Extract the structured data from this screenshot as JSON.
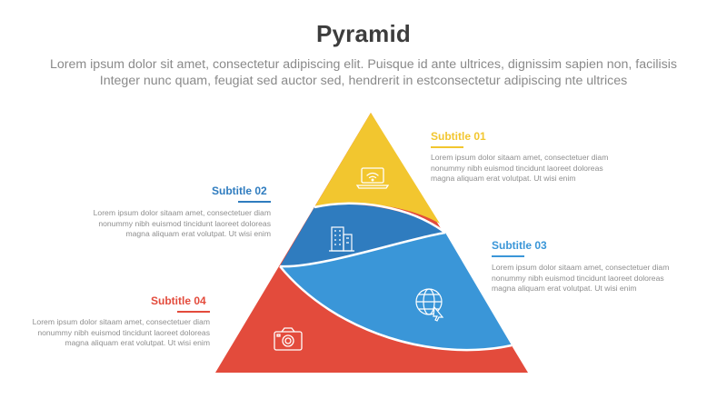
{
  "header": {
    "title": "Pyramid",
    "intro_lines": [
      "Lorem ipsum dolor sit amet, consectetur adipiscing elit. Puisque id ante ultrices, dignissim sapien non, facilisis",
      "Integer nunc quam, feugiat sed auctor sed, hendrerit in estconsectetur adipiscing nte ultrices"
    ]
  },
  "items": [
    {
      "subtitle": "Subtitle 01",
      "color": "#f2c62f",
      "icon": "laptop-wifi-icon",
      "lines": [
        "Lorem ipsum dolor sitaam amet, consectetuer diam",
        "nonummy  nibh euismod tincidunt laoreet doloreas",
        "magna aliquam erat volutpat. Ut wisi enim"
      ]
    },
    {
      "subtitle": "Subtitle 02",
      "color": "#2f7cbf",
      "icon": "building-icon",
      "lines": [
        "Lorem ipsum dolor sitaam amet, consectetuer diam",
        "nonummy  nibh euismod tincidunt laoreet doloreas",
        "magna aliquam erat volutpat. Ut wisi enim"
      ]
    },
    {
      "subtitle": "Subtitle 03",
      "color": "#3a96d8",
      "icon": "globe-cursor-icon",
      "lines": [
        "Lorem ipsum dolor sitaam amet, consectetuer diam",
        "nonummy  nibh euismod tincidunt laoreet doloreas",
        "magna aliquam erat volutpat. Ut wisi enim"
      ]
    },
    {
      "subtitle": "Subtitle 04",
      "color": "#e34b3c",
      "icon": "camera-icon",
      "lines": [
        "Lorem ipsum dolor sitaam amet, consectetuer diam",
        "nonummy  nibh euismod tincidunt laoreet doloreas",
        "magna aliquam erat volutpat. Ut wisi enim"
      ]
    }
  ]
}
